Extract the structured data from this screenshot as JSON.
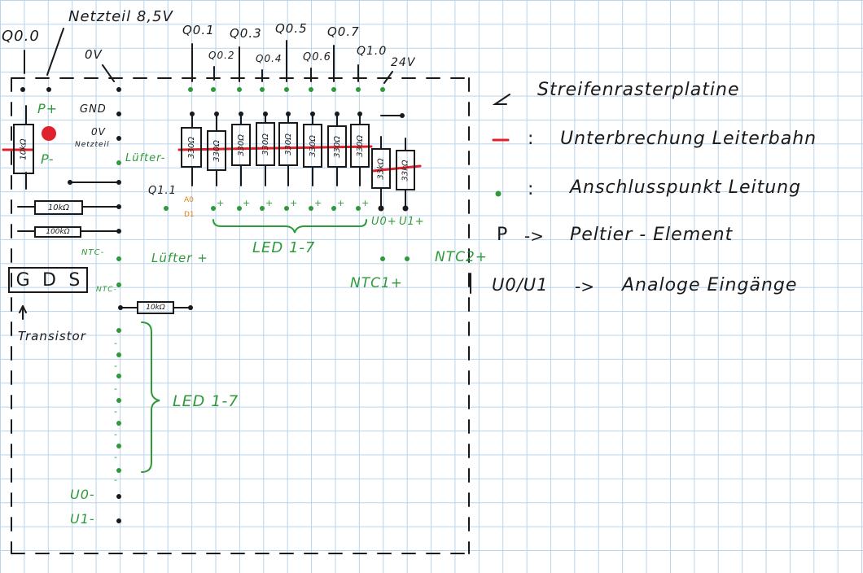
{
  "pins_top": {
    "q00": "Q0.0",
    "netzteil": "Netzteil 8,5V",
    "zero_v": "0V",
    "q01": "Q0.1",
    "q02": "Q0.2",
    "q03": "Q0.3",
    "q04": "Q0.4",
    "q05": "Q0.5",
    "q06": "Q0.6",
    "q07": "Q0.7",
    "q10": "Q1.0",
    "v24": "24V"
  },
  "board": {
    "p_plus": "P+",
    "p_minus": "P-",
    "gnd": "GND",
    "zero_v_netzteil_1": "0V",
    "zero_v_netzteil_2": "Netzteil",
    "luefter_minus": "Lüfter-",
    "luefter_plus": "Lüfter +",
    "q11": "Q1.1",
    "a0": "A0",
    "d1": "D1",
    "led_top": "LED 1-7",
    "led_side": "LED 1-7",
    "ntc_minus_1": "NTC-",
    "ntc_minus_2": "NTC-",
    "ntc1_plus": "NTC1+",
    "ntc2_plus": "NTC2+",
    "u0_plus": "U0+",
    "u1_plus": "U1+",
    "u0_minus": "U0-",
    "u1_minus": "U1-",
    "gds": [
      "G",
      "D",
      "S"
    ],
    "transistor": "Transistor",
    "plus_sign": "+",
    "minus_sign": "-"
  },
  "resistors": {
    "peltier": "10kΩ",
    "r_left_1": "10kΩ",
    "r_left_2": "100kΩ",
    "r_ntc": "10kΩ",
    "led_r": [
      "330Ω",
      "330Ω",
      "330Ω",
      "330Ω",
      "330Ω",
      "330Ω",
      "330Ω",
      "330Ω"
    ],
    "u_r": [
      "33kΩ",
      "33kΩ"
    ]
  },
  "legend": {
    "board": "Streifenrasterplatine",
    "break_sym": ":",
    "break": "Unterbrechung Leiterbahn",
    "point_sym": ":",
    "point": "Anschlusspunkt Leitung",
    "p_key": "P",
    "p_arrow": "->",
    "p_text": "Peltier - Element",
    "u_key": "U0/U1",
    "u_arrow": "->",
    "u_text": "Analoge Eingänge"
  },
  "colors": {
    "ink": "#1a1a1a",
    "connection": "#2e9a3a",
    "break": "#e0202a",
    "analog_label": "#e6801a",
    "grid": "#b9d3ea"
  }
}
